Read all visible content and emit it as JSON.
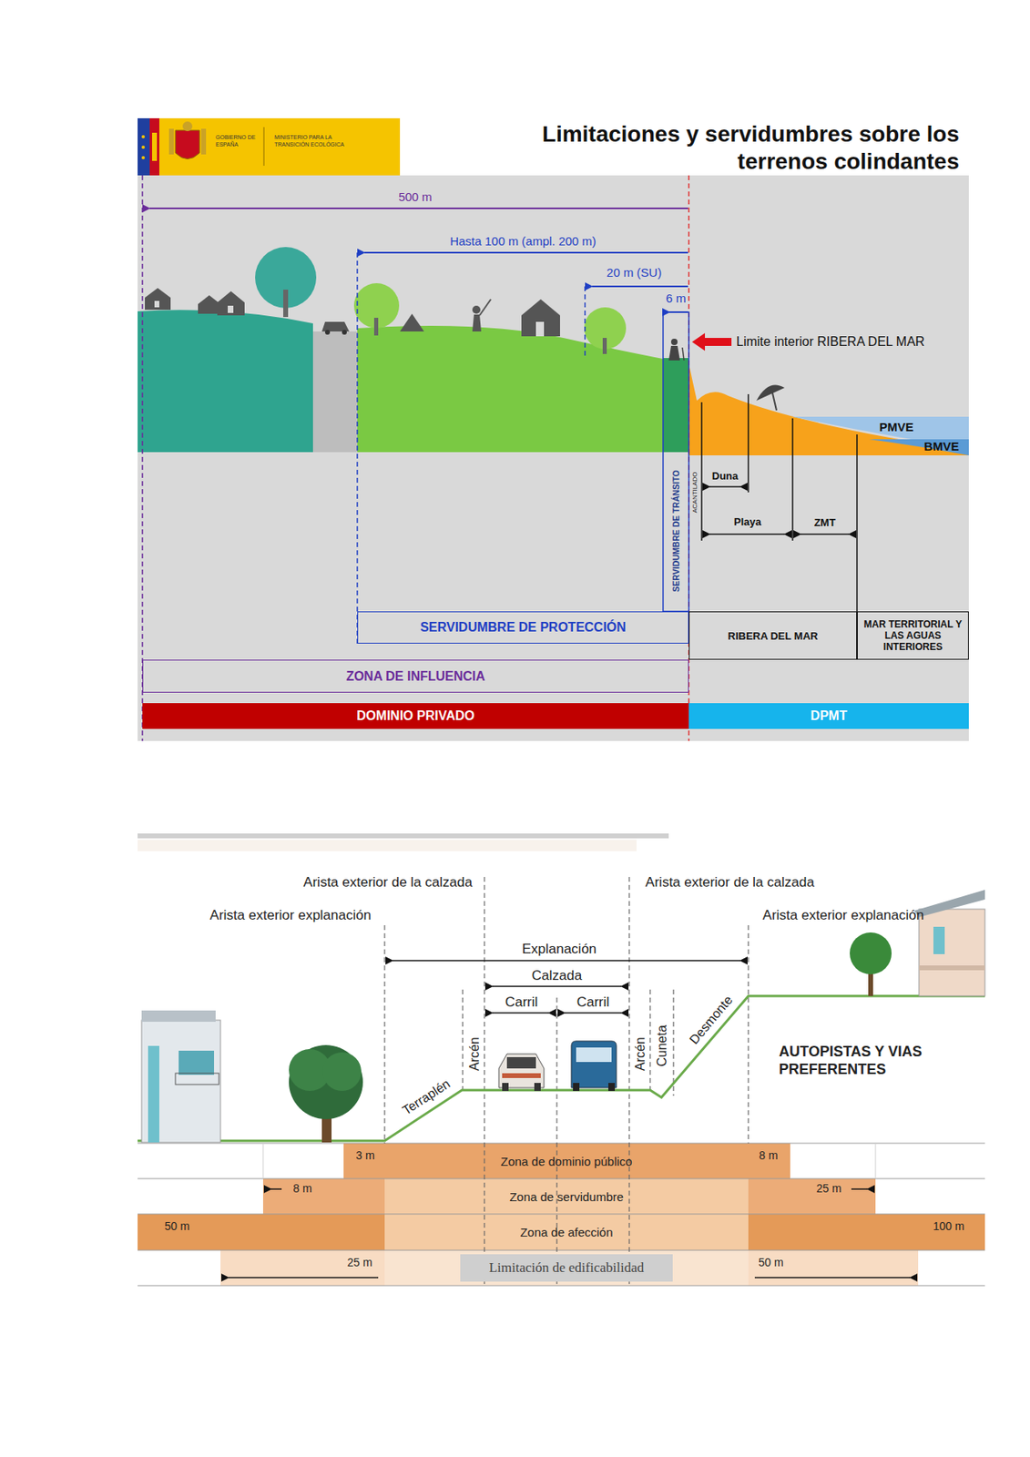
{
  "diagram": {
    "title": "Limitaciones y servidumbres sobre los terrenos colindantes",
    "nodes": [
      {
        "text": [
          "SERVIDUMBRE DE PROTECCIÓN"
        ]
      },
      {
        "text": [
          "RIBERA DEL MAR"
        ]
      },
      {
        "text": [
          "MAR TERRITORIAL Y LAS AGUAS INTERIORES"
        ]
      },
      {
        "text": [
          "ZONA DE INFLUENCIA"
        ]
      },
      {
        "text": [
          "DOMINIO PRIVADO"
        ]
      },
      {
        "text": [
          "DPMT"
        ]
      },
      {
        "text": [
          "Zona de dominio público"
        ]
      },
      {
        "text": [
          "Zona de servidumbre"
        ]
      },
      {
        "text": [
          "Zona de afección"
        ]
      },
      {
        "text": [
          "Limitación de edificabilidad"
        ]
      }
    ],
    "labels": [
      "GOBIERNO DE ESPAÑA",
      "MINISTERIO PARA LA TRANSICIÓN ECOLÓGICA",
      "500 m",
      "Hasta 100 m (ampl. 200 m)",
      "20 m (SU)",
      "6 m",
      "Limite interior RIBERA DEL MAR",
      "PMVE",
      "BMVE",
      "SERVIDUMBRE DE TRÁNSITO",
      "ACANTILADO",
      "Duna",
      "Playa",
      "ZMT",
      "Arista exterior de la calzada",
      "Arista exterior explanación",
      "Arista exterior de la calzada",
      "Arista exterior explanación",
      "Explanación",
      "Calzada",
      "Carril",
      "Carril",
      "Terraplén",
      "Arcén",
      "Arcén",
      "Cuneta",
      "Desmonte",
      "AUTOPISTAS Y VIAS PREFERENTES",
      "3 m",
      "8 m",
      "8 m",
      "25 m",
      "50 m",
      "100 m",
      "25 m",
      "50 m"
    ]
  }
}
